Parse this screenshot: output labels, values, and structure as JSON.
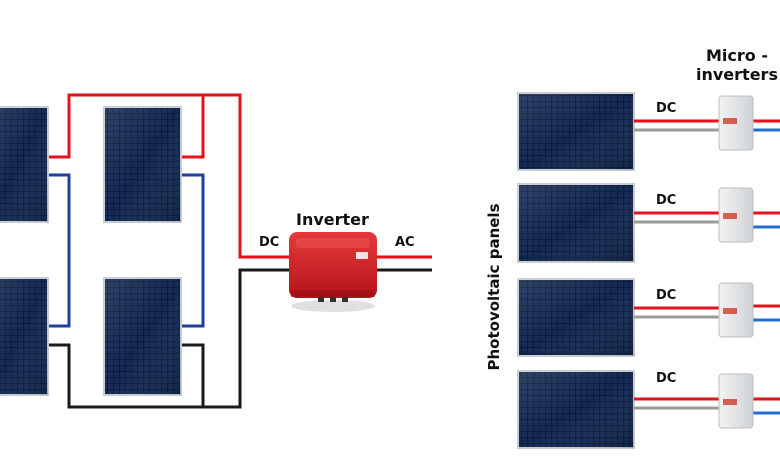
{
  "left_system": {
    "inverter_title": "Inverter",
    "dc_label": "DC",
    "ac_label": "AC"
  },
  "right_system": {
    "micro_title_line1": "Micro -",
    "micro_title_line2": "inverters",
    "panels_label": "Photovoltaic panels",
    "dc_labels": [
      "DC",
      "DC",
      "DC",
      "DC"
    ]
  },
  "colors": {
    "positive_wire": "#e3121d",
    "negative_wire": "#1f3f9e",
    "ground_wire": "#1a1a1a",
    "inverter_body": "#d01f24",
    "panel_cell": "#0c1a33",
    "panel_frame": "#c8cdd2"
  },
  "icons": [
    "solar-panel-icon",
    "string-inverter-icon",
    "micro-inverter-icon"
  ]
}
